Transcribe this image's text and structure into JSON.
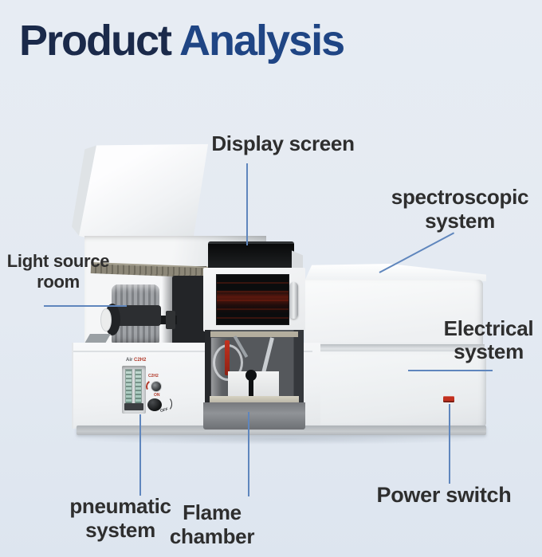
{
  "title": {
    "word1": "Product",
    "word2": " Analysis"
  },
  "labels": {
    "display_screen": "Display screen",
    "spectroscopic_line1": "spectroscopic",
    "spectroscopic_line2": "system",
    "light_source_line1": "Light source",
    "light_source_line2": "room",
    "electrical_line1": "Electrical",
    "electrical_line2": "system",
    "pneumatic_line1": "pneumatic",
    "pneumatic_line2": "system",
    "flame_line1": "Flame",
    "flame_line2": "chamber",
    "power_switch": "Power switch"
  },
  "machine_panel": {
    "gas_title_air": "Air",
    "gas_title_c2h2": "C2H2",
    "knob_label": "C2H2",
    "on_label": "ON",
    "off_label": "OFF"
  },
  "colors": {
    "background": "#e7ecf3",
    "title_primary": "#1b2a4a",
    "title_secondary": "#1f4584",
    "label_text": "#2e2e2e",
    "connector": "#5f86bd",
    "accent_red": "#c2301f"
  }
}
